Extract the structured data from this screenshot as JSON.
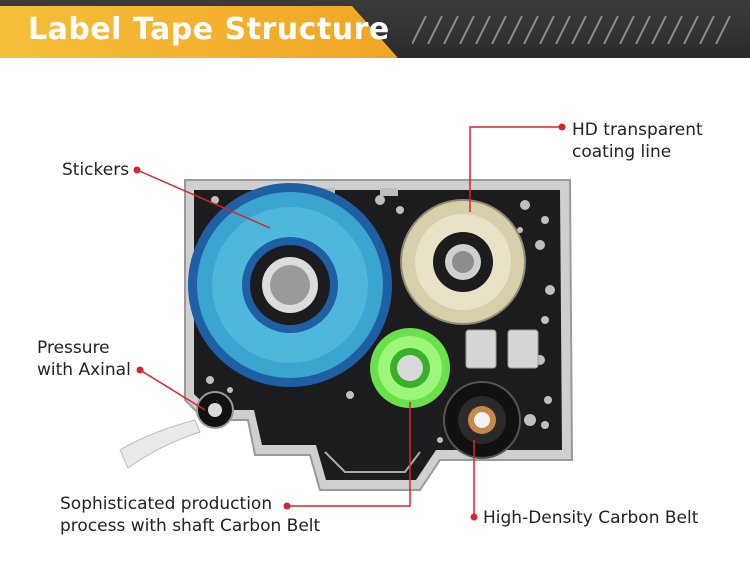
{
  "header": {
    "title": "Label Tape Structure"
  },
  "callouts": {
    "stickers": "Stickers",
    "hd_line1": "HD transparent",
    "hd_line2": "coating line",
    "pressure_line1": "Pressure",
    "pressure_line2": "with Axinal",
    "process_line1": "Sophisticated production",
    "process_line2": "process with shaft Carbon Belt",
    "carbon_belt": "High-Density Carbon Belt"
  },
  "colors": {
    "accent": "#f5b833",
    "callout": "#d9232d",
    "tape_blue": "#3aa5cf",
    "ribbon_green": "#7ef25a",
    "cassette": "#1c1c1e"
  }
}
